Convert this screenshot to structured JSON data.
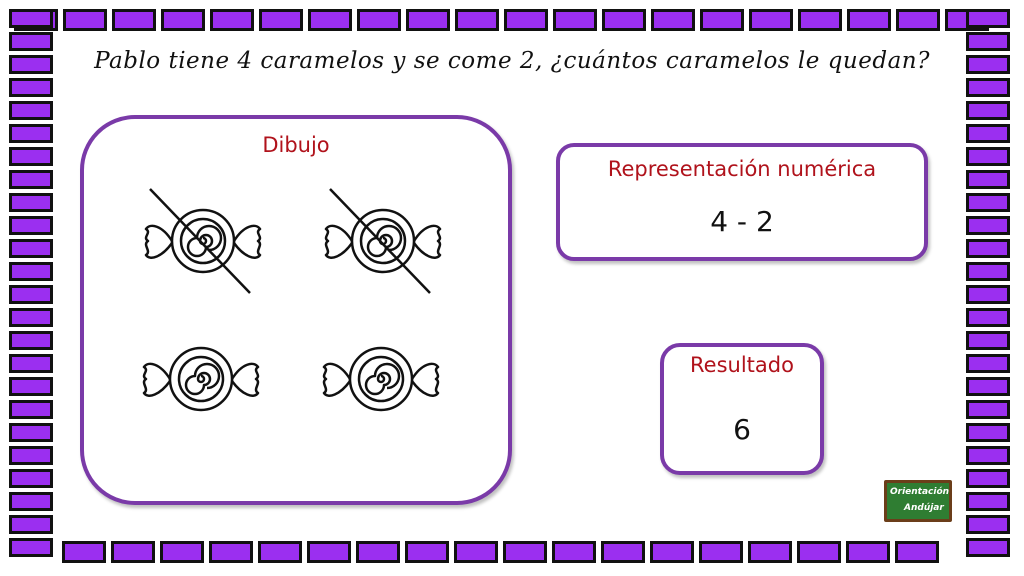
{
  "question": "Pablo tiene 4 caramelos y se come 2, ¿cuántos caramelos le quedan?",
  "drawing": {
    "title": "Dibujo",
    "candies": [
      {
        "icon": "candy-icon",
        "crossed": true
      },
      {
        "icon": "candy-icon",
        "crossed": true
      },
      {
        "icon": "candy-icon",
        "crossed": false
      },
      {
        "icon": "candy-icon",
        "crossed": false
      }
    ]
  },
  "numeric": {
    "title": "Representación numérica",
    "value": "4 - 2"
  },
  "result": {
    "title": "Resultado",
    "value": "6"
  },
  "logo": {
    "line1": "Orientación",
    "line2": "Andújar"
  },
  "colors": {
    "border_purple": "#9b2ff0",
    "panel_border": "#7a3aa8",
    "title_red": "#b0121b",
    "logo_green": "#2f7d32"
  }
}
